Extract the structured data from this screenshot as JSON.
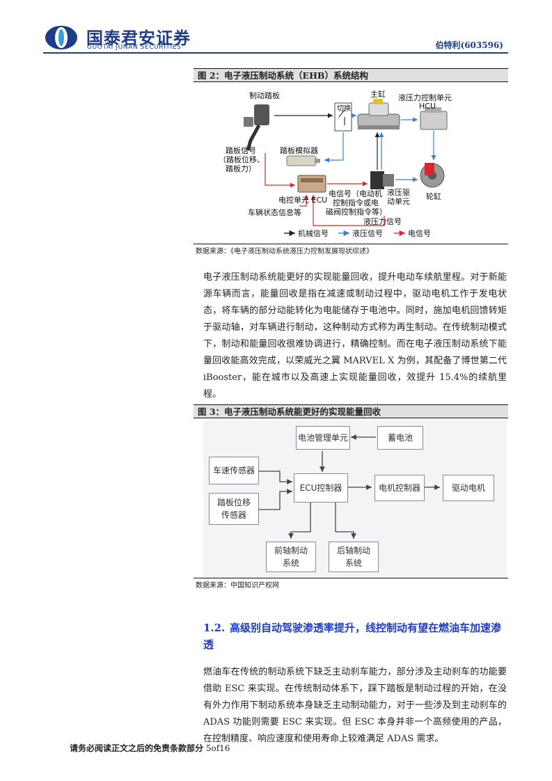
{
  "header": {
    "company_cn": "国泰君安证券",
    "company_en": "GUOTAI JUNAN SECURITIES",
    "stock": "伯特利(603596)"
  },
  "figure2": {
    "title": "图 2：电子液压制动系统（EHB）系统结构",
    "labels": {
      "pedal": "制动踏板",
      "switch": "切换",
      "master_cyl": "主缸",
      "hcu_1": "液压力控制单元",
      "hcu_2": "HCU",
      "pedal_signal_1": "踏板信号",
      "pedal_signal_2": "（踏板位移、",
      "pedal_signal_3": "踏板力）",
      "simulator": "踏板模拟器",
      "ecu": "电控单元 ECU",
      "vehicle_status": "车辆状态信息等",
      "elec_signal_1": "电信号（电动机",
      "elec_signal_2": "控制指令或电",
      "elec_signal_3": "磁阀控制指令等）",
      "drive_unit_1": "液压驱",
      "drive_unit_2": "动单元",
      "wheel_cyl": "轮缸",
      "hyd_signal": "液压力信号"
    },
    "legend": [
      "机械信号",
      "液压信号",
      "电信号"
    ],
    "source": "数据来源：《电子液压制动系统液压力控制发展现状综述》"
  },
  "paragraph1": "电子液压制动系统能更好的实现能量回收，提升电动车续航里程。对于新能源车辆而言，能量回收是指在减速或制动过程中，驱动电机工作于发电状态，将车辆的部分动能转化为电能储存于电池中。同时，施加电机回馈转矩于驱动轴，对车辆进行制动，这种制动方式称为再生制动。在传统制动模式下，制动和能量回收很难协调进行，精确控制。而在电子液压制动系统下能量回收能高效完成，以荣威光之翼 MARVEL X 为例，其配备了博世第二代 iBooster，能在城市以及高速上实现能量回收，效提升 15.4%的续航里程。",
  "figure3": {
    "title": "图 3：电子液压制动系统能更好的实现能量回收",
    "blocks": {
      "bms": "电池管理单元",
      "battery": "蓄电池",
      "speed_sensor": "车速传感器",
      "pedal_sensor": "踏板位移传感器",
      "ecu": "ECU控制器",
      "motor_ctrl": "电机控制器",
      "drive_motor": "驱动电机",
      "front_brake": "前轴制动系统",
      "rear_brake": "后轴制动系统"
    },
    "source": "数据来源：中国知识产权网"
  },
  "section": {
    "number": "1.2.",
    "title": "高级别自动驾驶渗透率提升，线控制动有望在燃油车加速渗透"
  },
  "paragraph2": "燃油车在传统的制动系统下缺乏主动刹车能力，部分涉及主动刹车的功能要借助 ESC 来实现。在传统制动体系下，踩下踏板是制动过程的开始，在没有外力作用下制动系统本身缺乏主动制动能力，对于一些涉及到主动刹车的 ADAS 功能则需要 ESC 来实现。但 ESC 本身并非一个高频使用的产品，在控制精度、响应速度和使用寿命上较难满足 ADAS 需求。",
  "footer": {
    "disclaimer": "请务必阅读正文之后的免责条款部分",
    "page": "5of16"
  }
}
